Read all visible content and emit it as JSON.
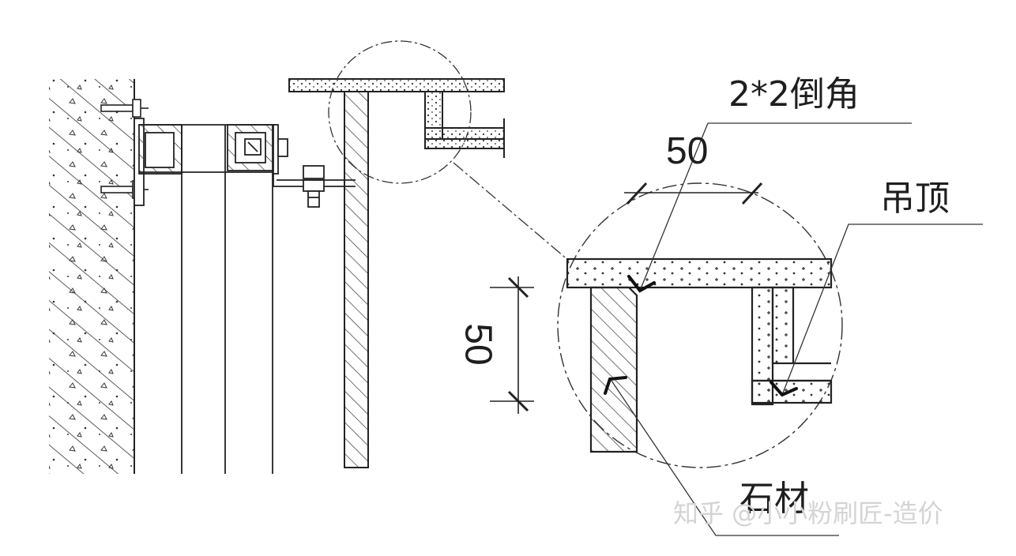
{
  "labels": {
    "chamfer": "2*2倒角",
    "ceiling": "吊顶",
    "stone": "石材"
  },
  "dimensions": {
    "top": "50",
    "side": "50"
  },
  "watermark": "知乎 @小小粉刷匠-造价",
  "colors": {
    "line": "#222222",
    "background": "#ffffff",
    "watermark": "#d4d4d4"
  }
}
